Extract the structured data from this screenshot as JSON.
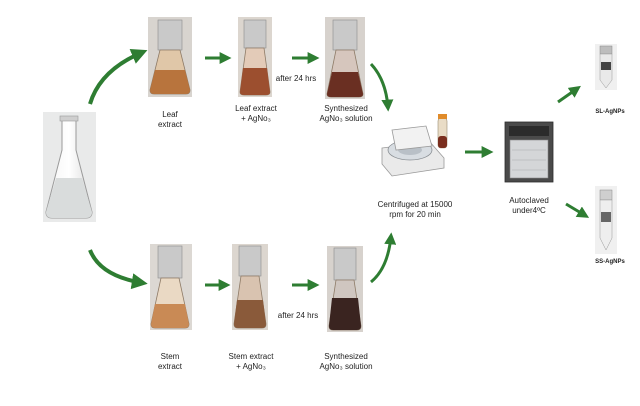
{
  "colors": {
    "arrow": "#2e7d32",
    "leaf_liquid": "#b8743d",
    "leaf_extract_liquid": "#9c4f2f",
    "synth_liquid": "#6a2f22",
    "stem_liquid": "#c98a55",
    "stem_extract_liquid": "#8a5a3a",
    "stem_synth_liquid": "#3a2420",
    "foil": "#c9c9c9",
    "start_liquid": "#e6e6e6"
  },
  "icons": [
    "flask-icon",
    "foil-covered-flask-icon",
    "centrifuge-icon",
    "autoclave-icon",
    "vial-icon",
    "arrow-icon"
  ],
  "labels": {
    "leaf_extract": "Leaf\nextract",
    "leaf_agno3": "Leaf extract\n+ AgNo₃",
    "after_24_top": "after 24 hrs",
    "synth_top": "Synthesized\nAgNo₃ solution",
    "stem_extract": "Stem\nextract",
    "stem_agno3": "Stem extract\n+ AgNo₃",
    "after_24_bottom": "after 24 hrs",
    "synth_bottom": "Synthesized\nAgNo₃ solution",
    "centrifuged": "Centrifuged at 15000\nrpm for 20 min",
    "autoclaved": "Autoclaved\nunder4ºC",
    "sl_agnps": "SL-AgNPs",
    "ss_agnps": "SS-AgNPs"
  }
}
